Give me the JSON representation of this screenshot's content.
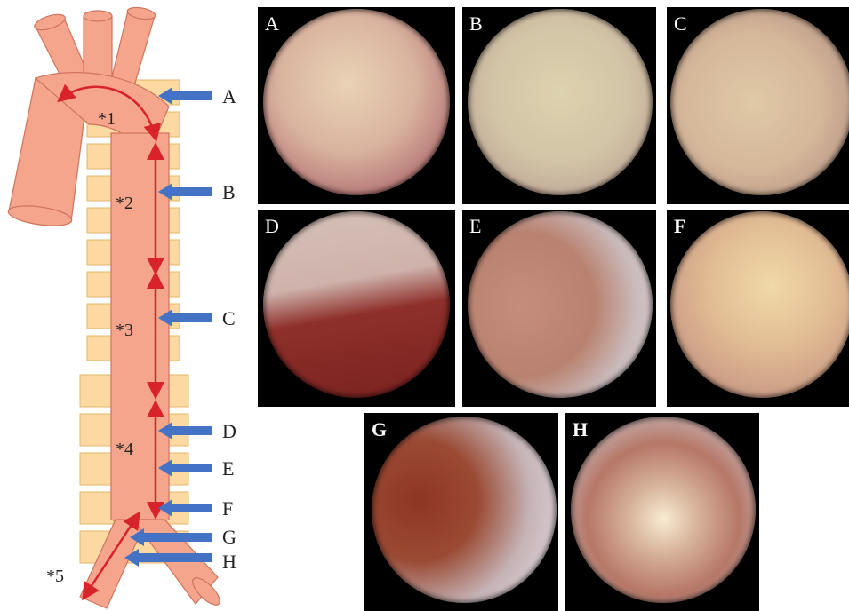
{
  "diagram": {
    "markers": [
      {
        "label": "A",
        "annotation": "*1"
      },
      {
        "label": "B",
        "annotation": "*2"
      },
      {
        "label": "C",
        "annotation": "*3"
      },
      {
        "label": "D",
        "annotation": "*4"
      },
      {
        "label": "E"
      },
      {
        "label": "F"
      },
      {
        "label": "G",
        "annotation": "*5"
      },
      {
        "label": "H"
      }
    ],
    "colors": {
      "vessel_fill": "#f4a58c",
      "vessel_stroke": "#d0735c",
      "vertebra_fill": "#fbd9a0",
      "vertebra_stroke": "#e3b66a",
      "pointer_arrow": "#4472c4",
      "segment_arrow": "#d9232a"
    }
  },
  "panels": [
    {
      "label": "A",
      "icon": "endoscopic-view-image"
    },
    {
      "label": "B",
      "icon": "endoscopic-view-image"
    },
    {
      "label": "C",
      "icon": "endoscopic-view-image"
    },
    {
      "label": "D",
      "icon": "endoscopic-view-image"
    },
    {
      "label": "E",
      "icon": "endoscopic-view-image"
    },
    {
      "label": "F",
      "icon": "endoscopic-view-image"
    },
    {
      "label": "G",
      "icon": "endoscopic-view-image"
    },
    {
      "label": "H",
      "icon": "endoscopic-view-image"
    }
  ]
}
